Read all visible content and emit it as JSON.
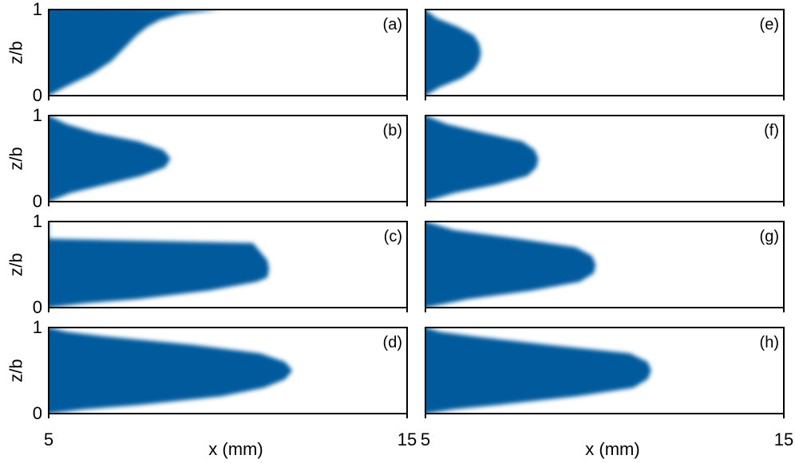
{
  "chart_data": [
    {
      "type": "heatmap",
      "panel_label": "(a)",
      "ylabel": "z/b",
      "xlabel": "",
      "xlim": [
        5,
        15
      ],
      "ylim": [
        0,
        1
      ],
      "yticks": [
        "0",
        "1"
      ],
      "xticks": [],
      "fill_color": "#045a9c",
      "front_profile": {
        "z": [
          0.0,
          0.1,
          0.25,
          0.4,
          0.55,
          0.7,
          0.8,
          0.88,
          0.95,
          1.0
        ],
        "x": [
          5.0,
          5.45,
          6.2,
          6.75,
          7.1,
          7.45,
          7.75,
          8.1,
          8.7,
          9.8
        ]
      }
    },
    {
      "type": "heatmap",
      "panel_label": "(b)",
      "ylabel": "z/b",
      "xlabel": "",
      "xlim": [
        5,
        15
      ],
      "ylim": [
        0,
        1
      ],
      "yticks": [
        "0",
        "1"
      ],
      "xticks": [],
      "fill_color": "#045a9c",
      "front_profile": {
        "z": [
          0.0,
          0.1,
          0.2,
          0.3,
          0.4,
          0.5,
          0.6,
          0.7,
          0.8,
          0.9,
          1.0
        ],
        "x": [
          5.0,
          5.6,
          6.6,
          7.6,
          8.25,
          8.4,
          8.2,
          7.5,
          6.3,
          5.5,
          5.0
        ]
      }
    },
    {
      "type": "heatmap",
      "panel_label": "(c)",
      "ylabel": "z/b",
      "xlabel": "",
      "xlim": [
        5,
        15
      ],
      "ylim": [
        0,
        1
      ],
      "yticks": [
        "0",
        "1"
      ],
      "xticks": [],
      "fill_color": "#045a9c",
      "front_profile": {
        "z": [
          0.0,
          0.05,
          0.1,
          0.2,
          0.3,
          0.35,
          0.45,
          0.55,
          0.65,
          0.75,
          0.8,
          1.0
        ],
        "x": [
          5.0,
          6.0,
          7.5,
          9.5,
          10.8,
          11.1,
          11.15,
          11.1,
          10.9,
          10.7,
          5.0,
          5.0
        ]
      }
    },
    {
      "type": "heatmap",
      "panel_label": "(d)",
      "ylabel": "z/b",
      "xlabel": "x (mm)",
      "xlim": [
        5,
        15
      ],
      "ylim": [
        0,
        1
      ],
      "yticks": [
        "0",
        "1"
      ],
      "xticks": [
        "5",
        "15"
      ],
      "fill_color": "#045a9c",
      "front_profile": {
        "z": [
          0.0,
          0.05,
          0.1,
          0.2,
          0.3,
          0.4,
          0.5,
          0.6,
          0.7,
          0.8,
          0.9,
          0.95,
          1.0
        ],
        "x": [
          5.0,
          6.0,
          7.5,
          9.8,
          11.0,
          11.6,
          11.8,
          11.6,
          10.9,
          9.0,
          6.5,
          5.5,
          5.0
        ]
      }
    },
    {
      "type": "heatmap",
      "panel_label": "(e)",
      "ylabel": "",
      "xlabel": "",
      "xlim": [
        5,
        15
      ],
      "ylim": [
        0,
        1
      ],
      "yticks": [],
      "xticks": [],
      "fill_color": "#045a9c",
      "front_profile": {
        "z": [
          0.0,
          0.1,
          0.2,
          0.3,
          0.4,
          0.5,
          0.6,
          0.7,
          0.8,
          0.9,
          1.0
        ],
        "x": [
          5.0,
          5.4,
          6.0,
          6.35,
          6.5,
          6.55,
          6.5,
          6.35,
          5.9,
          5.3,
          5.0
        ]
      }
    },
    {
      "type": "heatmap",
      "panel_label": "(f)",
      "ylabel": "",
      "xlabel": "",
      "xlim": [
        5,
        15
      ],
      "ylim": [
        0,
        1
      ],
      "yticks": [],
      "xticks": [],
      "fill_color": "#045a9c",
      "front_profile": {
        "z": [
          0.0,
          0.1,
          0.2,
          0.3,
          0.4,
          0.5,
          0.6,
          0.7,
          0.8,
          0.9,
          1.0
        ],
        "x": [
          5.0,
          5.8,
          7.0,
          7.85,
          8.1,
          8.15,
          8.05,
          7.7,
          6.6,
          5.6,
          5.0
        ]
      }
    },
    {
      "type": "heatmap",
      "panel_label": "(g)",
      "ylabel": "",
      "xlabel": "",
      "xlim": [
        5,
        15
      ],
      "ylim": [
        0,
        1
      ],
      "yticks": [],
      "xticks": [],
      "fill_color": "#045a9c",
      "front_profile": {
        "z": [
          0.0,
          0.1,
          0.2,
          0.3,
          0.4,
          0.5,
          0.6,
          0.7,
          0.8,
          0.9,
          1.0
        ],
        "x": [
          5.0,
          6.2,
          8.0,
          9.3,
          9.7,
          9.75,
          9.65,
          9.2,
          7.6,
          5.8,
          5.0
        ]
      }
    },
    {
      "type": "heatmap",
      "panel_label": "(h)",
      "ylabel": "",
      "xlabel": "x (mm)",
      "xlim": [
        5,
        15
      ],
      "ylim": [
        0,
        1
      ],
      "yticks": [],
      "xticks": [
        "5",
        "15"
      ],
      "fill_color": "#045a9c",
      "front_profile": {
        "z": [
          0.0,
          0.05,
          0.1,
          0.2,
          0.3,
          0.4,
          0.5,
          0.6,
          0.7,
          0.8,
          0.9,
          0.95,
          1.0
        ],
        "x": [
          5.0,
          5.8,
          7.0,
          9.2,
          10.8,
          11.2,
          11.3,
          11.2,
          10.7,
          8.4,
          6.3,
          5.4,
          5.0
        ]
      }
    }
  ]
}
